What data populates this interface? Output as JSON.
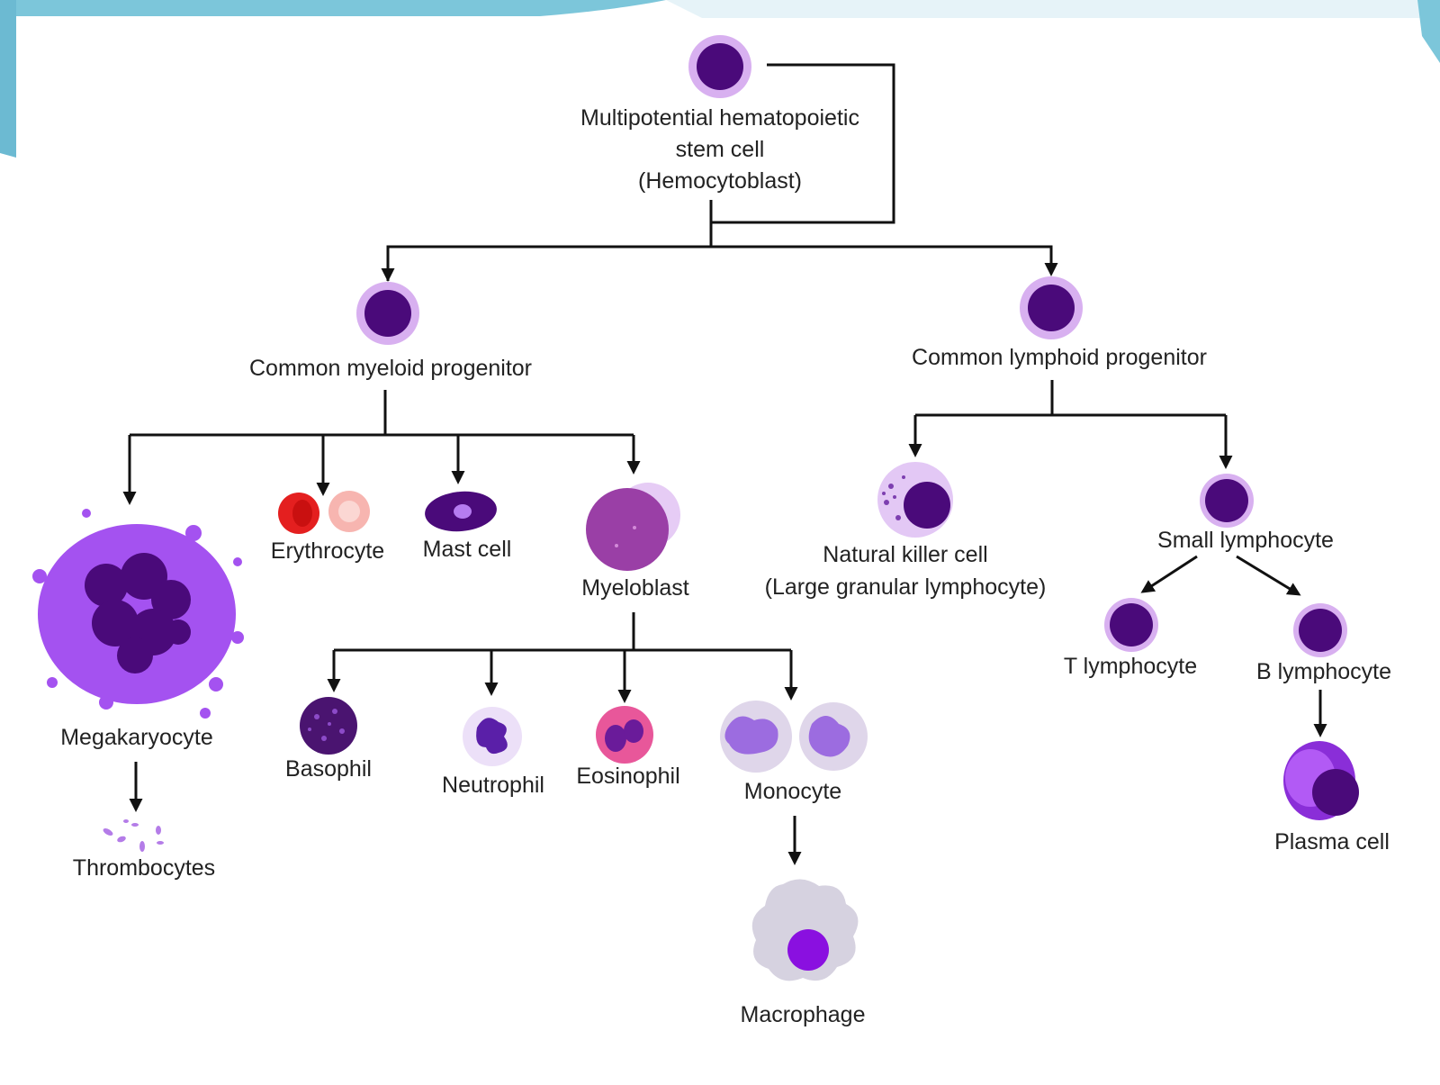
{
  "labels": {
    "stem_line1": "Multipotential hematopoietic",
    "stem_line2": "stem cell",
    "stem_line3": "(Hemocytoblast)",
    "myeloid_progenitor": "Common myeloid progenitor",
    "lymphoid_progenitor": "Common lymphoid progenitor",
    "megakaryocyte": "Megakaryocyte",
    "thrombocytes": "Thrombocytes",
    "erythrocyte": "Erythrocyte",
    "mast_cell": "Mast cell",
    "myeloblast": "Myeloblast",
    "basophil": "Basophil",
    "neutrophil": "Neutrophil",
    "eosinophil": "Eosinophil",
    "monocyte": "Monocyte",
    "macrophage": "Macrophage",
    "nk_line1": "Natural killer cell",
    "nk_line2": "(Large granular lymphocyte)",
    "small_lymphocyte": "Small lymphocyte",
    "t_lymphocyte": "T lymphocyte",
    "b_lymphocyte": "B lymphocyte",
    "plasma_cell": "Plasma cell"
  },
  "colors": {
    "nucleus": "#4a0a7a",
    "halo": "#d8b0f0",
    "megakaryocyte": "#a452f0",
    "erythrocyte": "#e41f1f",
    "frame_teal": "#7cc6da",
    "line": "#111111"
  }
}
